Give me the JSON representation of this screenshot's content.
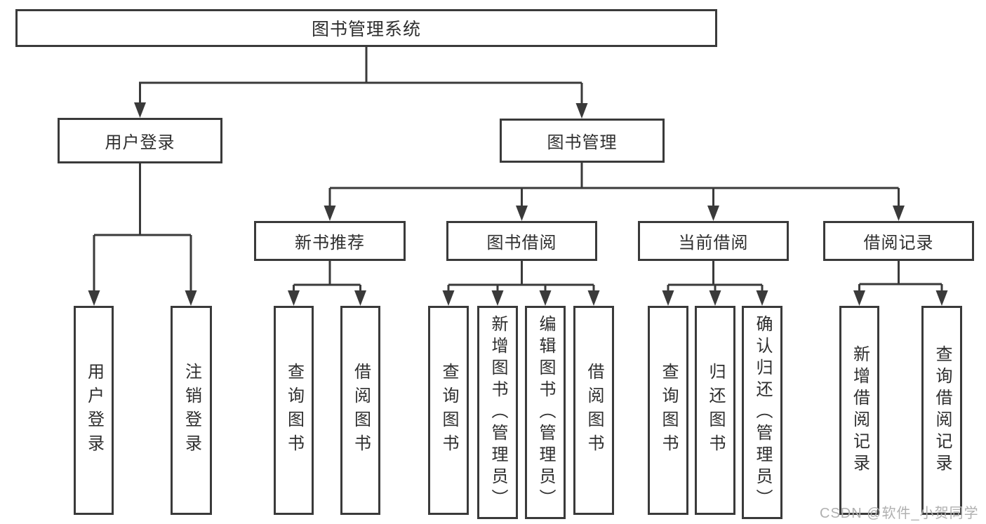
{
  "diagram": {
    "title": "图书管理系统",
    "root": "图书管理系统",
    "level2": [
      "用户登录",
      "图书管理"
    ],
    "level3": [
      "新书推荐",
      "图书借阅",
      "当前借阅",
      "借阅记录"
    ],
    "leaves": {
      "user_login": [
        "用户登录",
        "注销登录"
      ],
      "new_books": [
        "查询图书",
        "借阅图书"
      ],
      "book_borrow": [
        "查询图书",
        "新增图书（管理员）",
        "编辑图书（管理员）",
        "借阅图书"
      ],
      "current_borrow": [
        "查询图书",
        "归还图书",
        "确认归还（管理员）"
      ],
      "borrow_records": [
        "新增借阅记录",
        "查询借阅记录"
      ]
    }
  },
  "watermark": "CSDN @软件_小贺同学",
  "colors": {
    "line": "#3a3a3a",
    "text": "#2e2e2e",
    "watermark": "#b0b0b0",
    "background": "#ffffff"
  }
}
